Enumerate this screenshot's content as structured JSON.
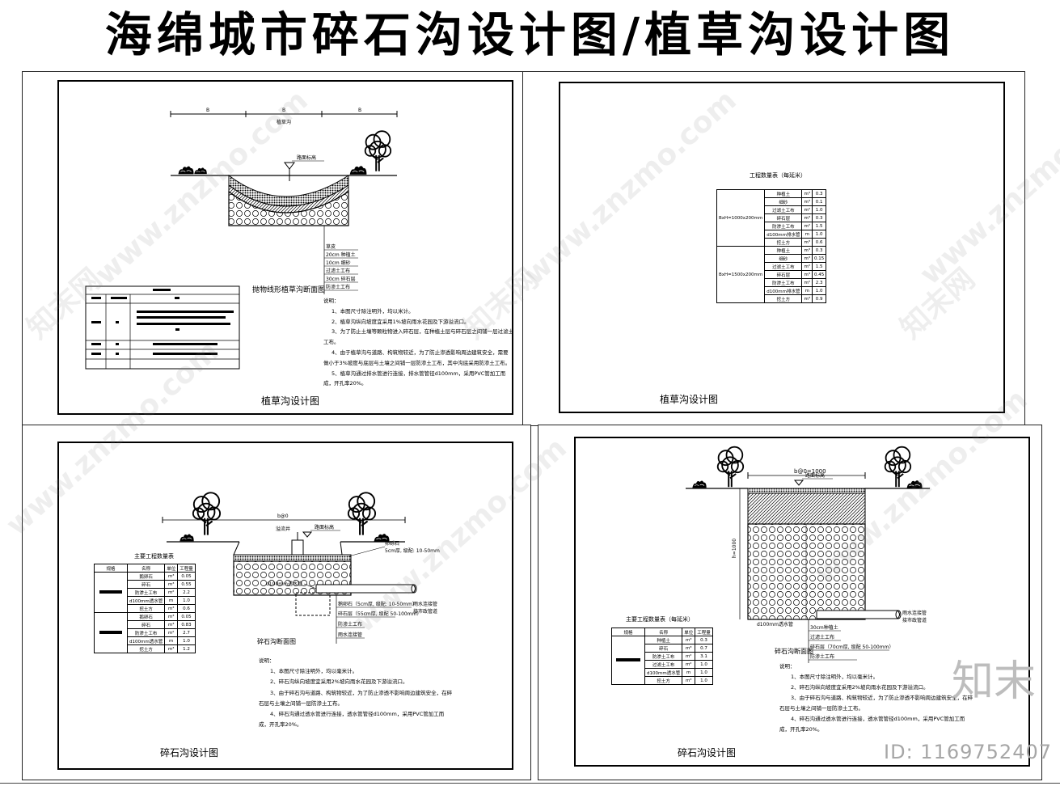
{
  "title": "海绵城市碎石沟设计图/植草沟设计图",
  "watermark_text": "www.znzmo.com",
  "watermark_brand": "知末网",
  "brand_mark": "知末",
  "image_id": "ID: 1169752407",
  "panels": {
    "grass_section": {
      "sheet_title": "植草沟设计图",
      "top_dims": [
        "B",
        "B",
        "B"
      ],
      "top_label": "植草沟",
      "water_level": "路面标高",
      "section_title": "抛物线形植草沟断面图",
      "layers": [
        "草皮",
        "20cm 种植土",
        "10cm 细砂",
        "过滤土工布",
        "30cm 碎石层",
        "防渗土工布"
      ],
      "notes_title": "说明：",
      "notes": [
        "1、本图尺寸除注明外，均以米计。",
        "2、植草沟纵向坡度宜采用1%坡向雨水花园及下游溢流口。",
        "3、为了防止土壤等颗粒物进入碎石层，在种植土层与碎石层之间铺一层过滤土",
        "工布。",
        "4、由于植草沟与道路、构筑物较近，为了防止渗透影响周边建筑安全，需要",
        "做小于3%坡度与底层与土壤之间铺一层防渗土工布，其中沟底采用防渗土工布。",
        "5、植草沟通过排水管进行连接，排水管管径d100mm，采用PVC管加工而",
        "成，开孔率20%。"
      ]
    },
    "grass_table": {
      "sheet_title": "植草沟设计图",
      "table_title": "工程数量表（每延米）",
      "groups": [
        {
          "spec": "BxH=1000x200mm",
          "rows": [
            [
              "种植土",
              "m³",
              "0.3"
            ],
            [
              "细砂",
              "m³",
              "0.1"
            ],
            [
              "过滤土工布",
              "m²",
              "1.0"
            ],
            [
              "碎石层",
              "m³",
              "0.3"
            ],
            [
              "防渗土工布",
              "m²",
              "1.5"
            ],
            [
              "d100mm排水管",
              "m",
              "1.0"
            ],
            [
              "挖土方",
              "m³",
              "0.6"
            ]
          ]
        },
        {
          "spec": "BxH=1500x200mm",
          "rows": [
            [
              "种植土",
              "m³",
              "0.3"
            ],
            [
              "细砂",
              "m³",
              "0.15"
            ],
            [
              "过滤土工布",
              "m²",
              "1.5"
            ],
            [
              "碎石层",
              "m³",
              "0.45"
            ],
            [
              "防渗土工布",
              "m²",
              "2.3"
            ],
            [
              "d100mm排水管",
              "m",
              "1.0"
            ],
            [
              "挖土方",
              "m³",
              "0.9"
            ]
          ]
        }
      ]
    },
    "gravel_left": {
      "sheet_title": "碎石沟设计图",
      "dim_top": "b@0",
      "water_level": "路面标高",
      "inlet_label": "溢流井",
      "gravel_note": [
        "卵砾石",
        "5cm厚, 级配: 10-50mm"
      ],
      "pipe_label": "d100mm透水管",
      "table_title": "主要工程数量表",
      "table_header": [
        "规格",
        "名称",
        "单位",
        "工程量"
      ],
      "table_rows": [
        [
          "鹅卵石",
          "m³",
          "0.05"
        ],
        [
          "碎石",
          "m³",
          "0.55"
        ],
        [
          "防渗土工布",
          "m²",
          "2.2"
        ],
        [
          "d100mm透水管",
          "m",
          "1.0"
        ],
        [
          "挖土方",
          "m³",
          "0.6"
        ],
        [
          "鹅卵石",
          "m³",
          "0.05"
        ],
        [
          "碎石",
          "m³",
          "0.83"
        ],
        [
          "防渗土工布",
          "m²",
          "2.7"
        ],
        [
          "d100mm透水管",
          "m",
          "1.0"
        ],
        [
          "挖土方",
          "m³",
          "1.2"
        ]
      ],
      "layers": [
        "鹅卵石（5cm厚, 级配: 10-50mm）",
        "碎石层（55cm厚, 级配 50-100mm）",
        "防渗土工布",
        "雨水连接管"
      ],
      "pipe_right": [
        "雨水连接管",
        "接市政管道"
      ],
      "section_title": "碎石沟断面图",
      "notes_title": "说明：",
      "notes": [
        "1、本图尺寸除注明外，均以毫米计。",
        "2、碎石沟纵向坡度宜采用2%坡向雨水花园及下游溢流口。",
        "3、由于碎石沟与道路、构筑物较近，为了防止渗透不影响周边建筑安全，在碎",
        "石层与土壤之间铺一层防渗土工布。",
        "4、碎石沟通过透水管进行连接，透水管管径d100mm，采用PVC管加工而",
        "成，开孔率20%。"
      ]
    },
    "gravel_right": {
      "sheet_title": "碎石沟设计图",
      "dim_top": "b@0=1000",
      "water_level": "路面标高",
      "height_label": "h=1000",
      "pipe_label": "d100mm透水管",
      "layers": [
        "30cm种植土",
        "过滤土工布",
        "碎石层（70cm厚, 级配 50-100mm）",
        "防渗土工布"
      ],
      "pipe_right": [
        "雨水连接管",
        "接市政管道"
      ],
      "table_title": "主要工程数量表（每延米）",
      "table_header": [
        "规格",
        "名称",
        "单位",
        "工程量"
      ],
      "table_rows": [
        [
          "种植土",
          "m³",
          "0.3"
        ],
        [
          "碎石",
          "m³",
          "0.7"
        ],
        [
          "防渗土工布",
          "m²",
          "3.1"
        ],
        [
          "过滤土工布",
          "m²",
          "1.0"
        ],
        [
          "d100mm透水管",
          "m",
          "1.0"
        ],
        [
          "挖土方",
          "m³",
          "1.0"
        ]
      ],
      "section_title": "碎石沟断面图",
      "notes_title": "说明：",
      "notes": [
        "1、本图尺寸除注明外，均以毫米计。",
        "2、碎石沟纵向坡度宜采用2%坡向雨水花园及下游溢流口。",
        "3、由于碎石沟与道路、构筑物较近，为了防止渗透不影响周边建筑安全，在碎",
        "石层与土壤之间铺一层防渗土工布。",
        "4、碎石沟通过透水管进行连接，透水管管径d100mm，采用PVC管加工而",
        "成，开孔率20%。"
      ]
    }
  }
}
